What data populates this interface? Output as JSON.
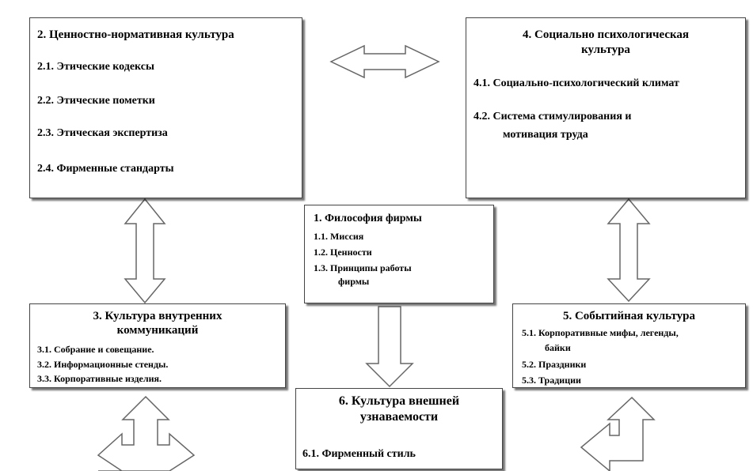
{
  "box2": {
    "title": "2. Ценностно-нормативная культура",
    "items": [
      "2.1.  Этические кодексы",
      "2.2.  Этические пометки",
      "2.3.  Этическая экспертиза",
      "2.4.  Фирменные стандарты"
    ]
  },
  "box4": {
    "title_line1": "4. Социально психологическая",
    "title_line2": "культура",
    "item1": "4.1.  Социально-психологический климат",
    "item2_line1": "4.2.  Система стимулирования и",
    "item2_line2": "мотивация  труда"
  },
  "box1": {
    "title": "1.  Философия фирмы",
    "item1": "1.1. Миссия",
    "item2": "1.2. Ценности",
    "item3_line1": "1.3. Принципы  работы",
    "item3_line2": "фирмы"
  },
  "box3": {
    "title_line1": "3. Культура внутренних",
    "title_line2": "коммуникаций",
    "items": [
      "3.1. Собрание и совещание.",
      "3.2. Информационные стенды.",
      "3.3. Корпоративные изделия."
    ]
  },
  "box5": {
    "title": "5. Событийная культура",
    "item1_line1": "5.1. Корпоративные  мифы, легенды,",
    "item1_line2": "байки",
    "item2": "5.2. Праздники",
    "item3": "5.3. Традиции"
  },
  "box6": {
    "title_line1": "6. Культура внешней",
    "title_line2": "узнаваемости",
    "item1": "6.1. Фирменный стиль"
  },
  "colors": {
    "stroke": "#555555",
    "fill": "#ffffff",
    "shadow": "#888888"
  }
}
